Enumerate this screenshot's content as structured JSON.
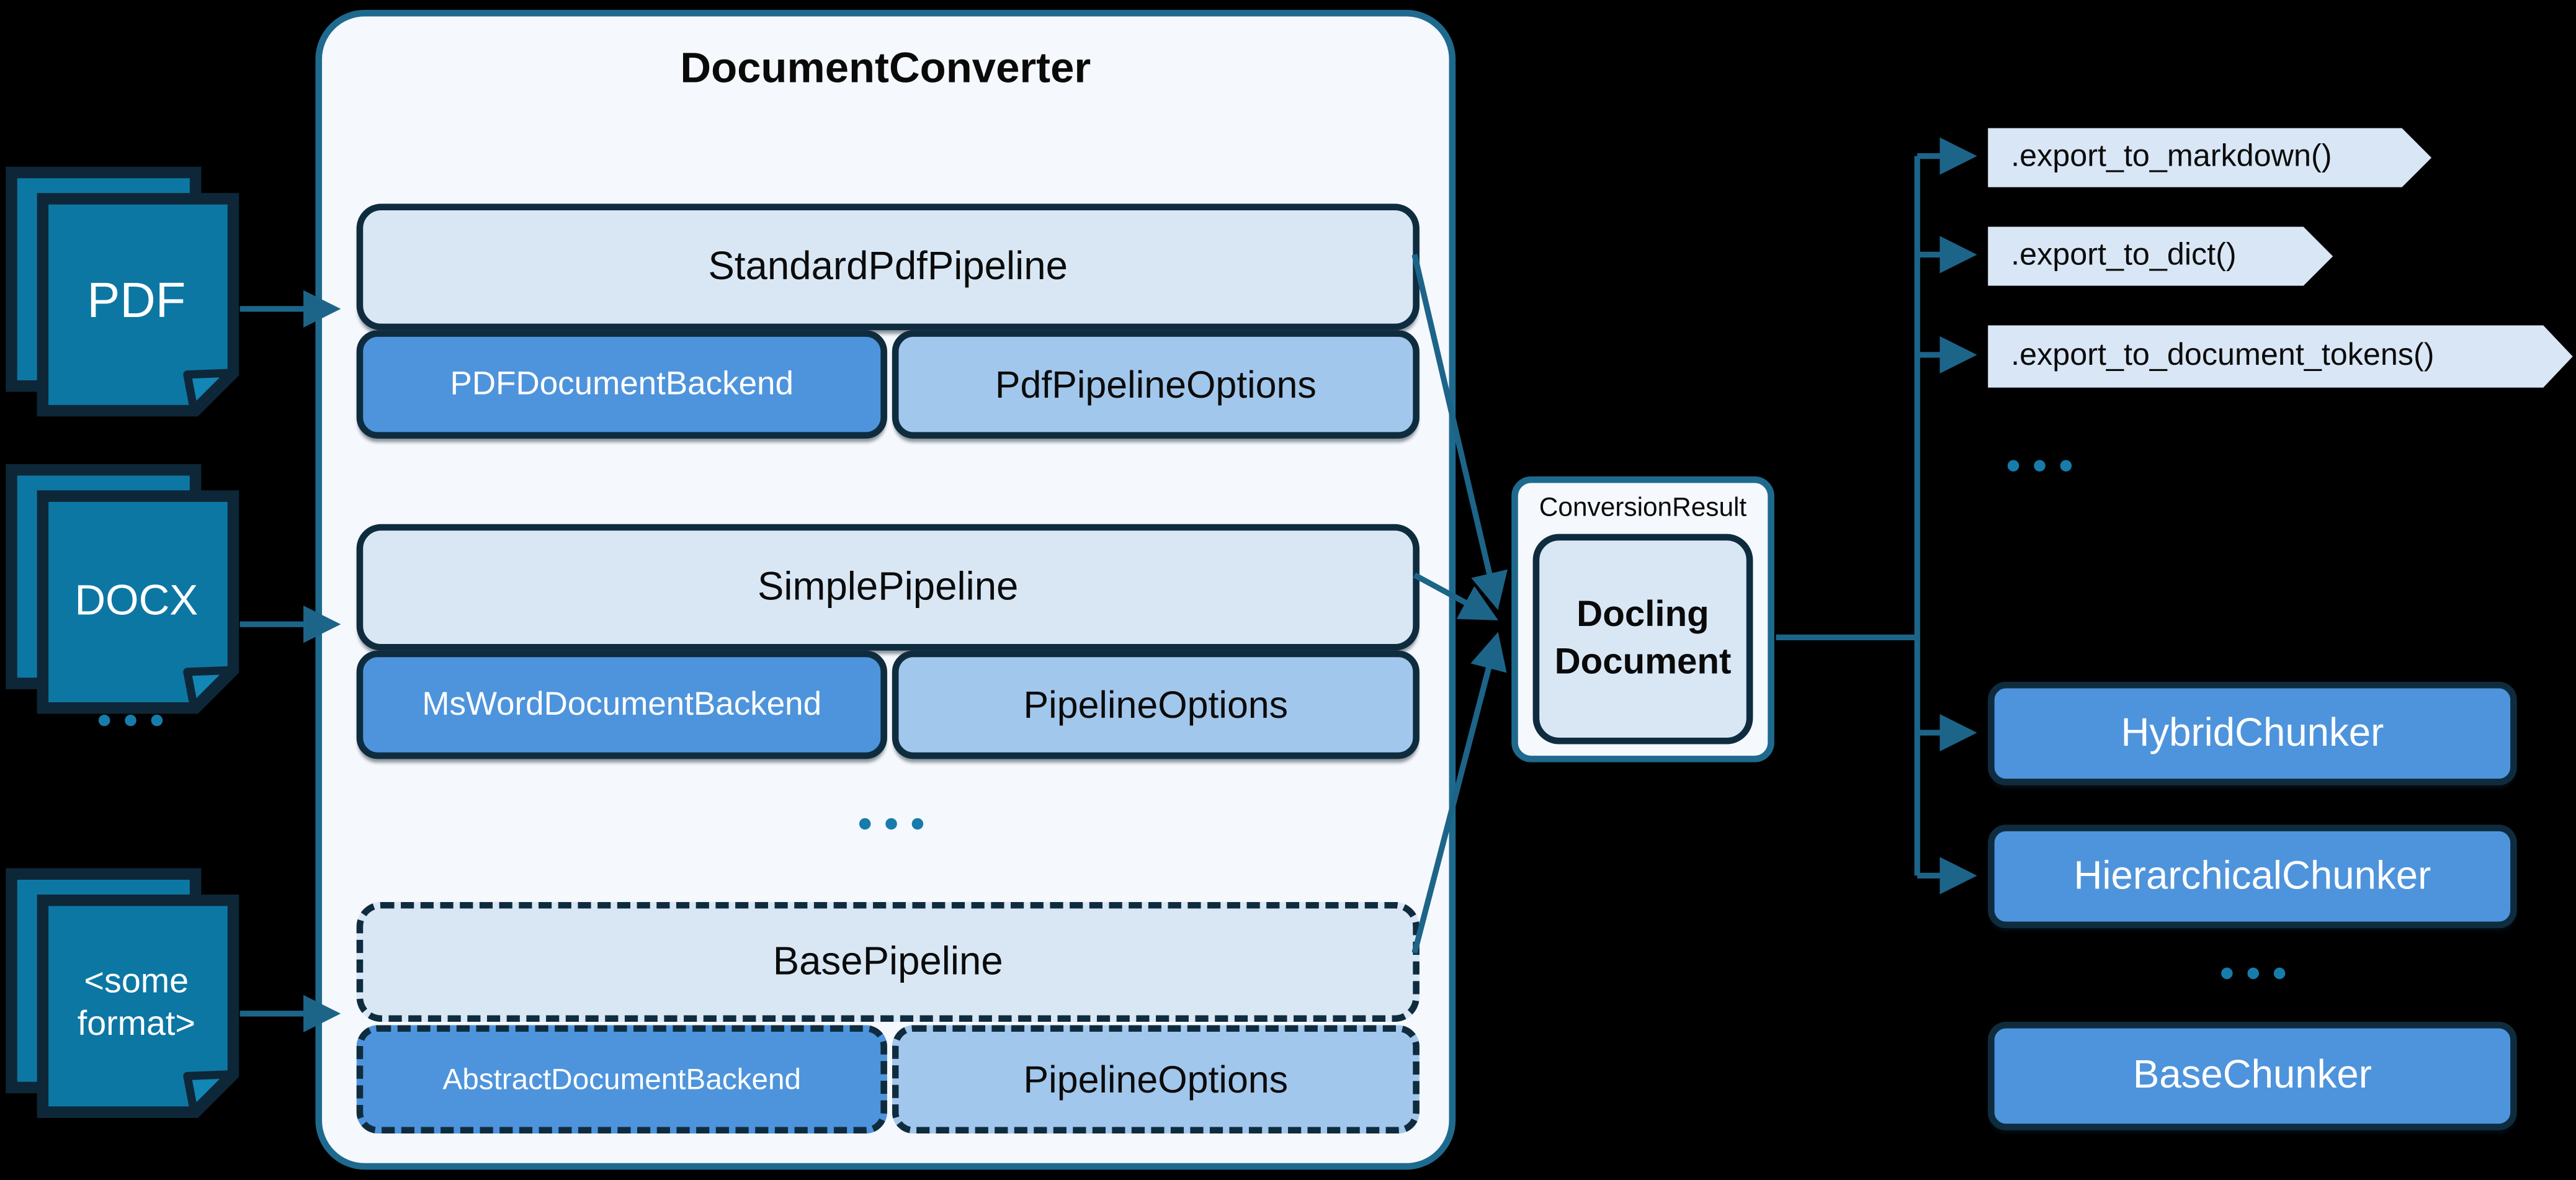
{
  "colors": {
    "background": "#000000",
    "container_fill": "#f5f8fc",
    "container_border": "#1e6a8e",
    "dark_border": "#0f2c3f",
    "light_box_fill": "#d9e7f5",
    "backend_fill": "#4e94dc",
    "options_fill": "#a2c7ec",
    "doc_icon_fill": "#0d77a3",
    "doc_icon_border": "#0e2738",
    "arrow": "#1d6489",
    "export_tag_fill": "#d9e6f5",
    "ellipsis_dot": "#177cab"
  },
  "inputs": {
    "items": [
      {
        "label": "PDF"
      },
      {
        "label": "DOCX"
      },
      {
        "label": "<some\nformat>"
      }
    ],
    "ellipsis": "..."
  },
  "converter": {
    "title": "DocumentConverter",
    "ellipsis": "...",
    "pipelines": [
      {
        "name": "StandardPdfPipeline",
        "backend": "PDFDocumentBackend",
        "options": "PdfPipelineOptions"
      },
      {
        "name": "SimplePipeline",
        "backend": "MsWordDocumentBackend",
        "options": "PipelineOptions"
      },
      {
        "name": "BasePipeline",
        "backend": "AbstractDocumentBackend",
        "options": "PipelineOptions"
      }
    ]
  },
  "result": {
    "title": "ConversionResult",
    "document": "Docling\nDocument"
  },
  "exports": {
    "methods": [
      ".export_to_markdown()",
      ".export_to_dict()",
      ".export_to_document_tokens()"
    ],
    "ellipsis": "..."
  },
  "chunkers": {
    "items": [
      "HybridChunker",
      "HierarchicalChunker"
    ],
    "ellipsis": "...",
    "base": "BaseChunker"
  }
}
